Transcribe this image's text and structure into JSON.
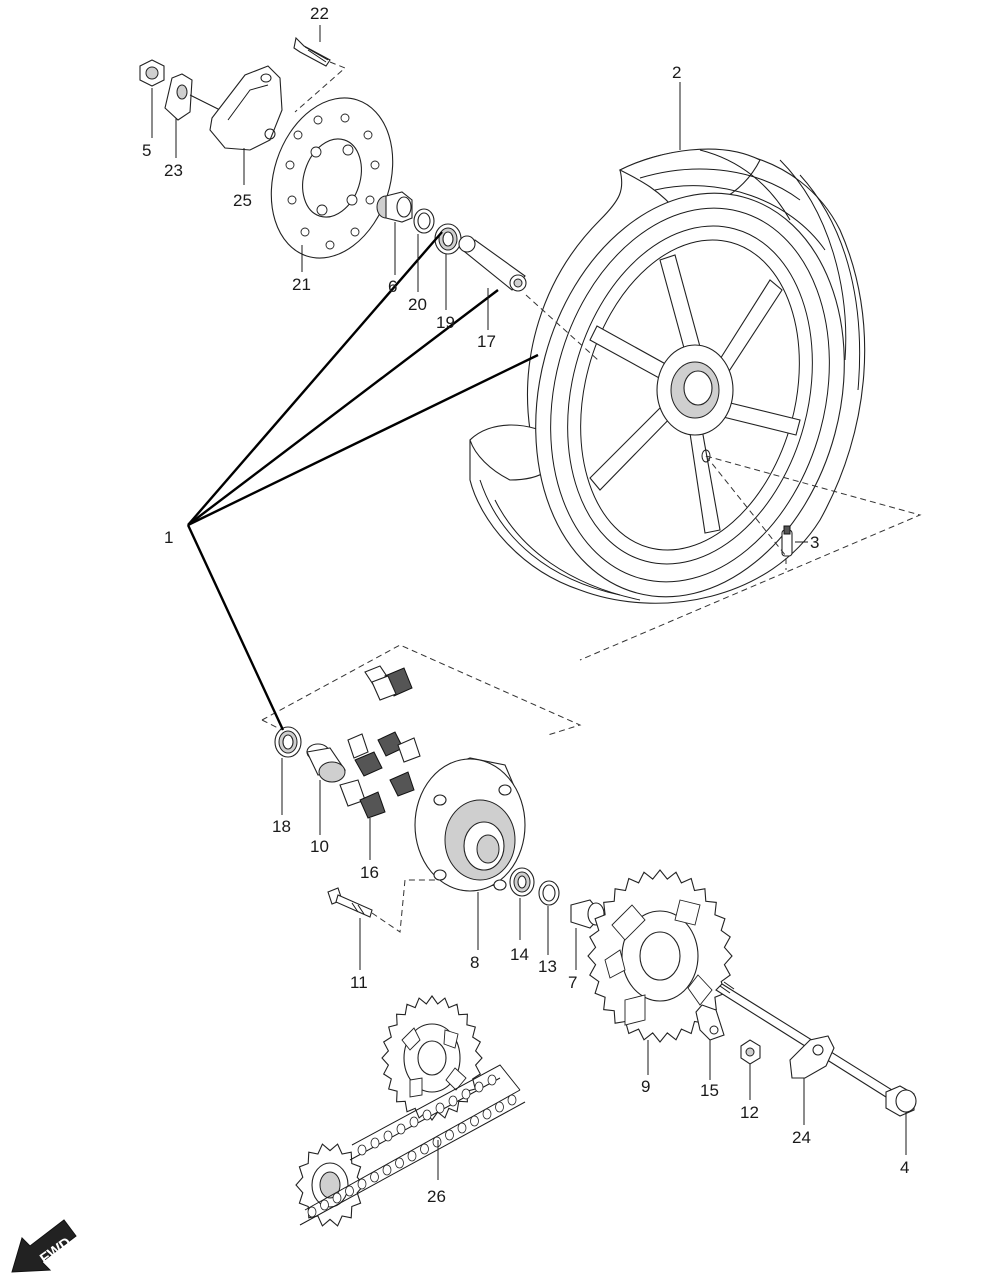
{
  "diagram": {
    "labels": [
      "1",
      "2",
      "3",
      "4",
      "5",
      "6",
      "7",
      "8",
      "9",
      "10",
      "11",
      "12",
      "13",
      "14",
      "15",
      "16",
      "17",
      "18",
      "19",
      "20",
      "21",
      "22",
      "23",
      "24",
      "25",
      "26"
    ],
    "fwd_text": "FWD"
  }
}
